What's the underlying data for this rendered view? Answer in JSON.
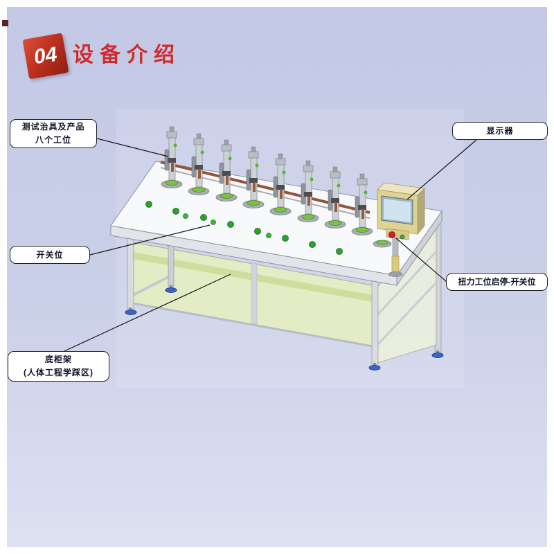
{
  "header": {
    "section_number": "04",
    "title": "设备介绍",
    "badge_color": "#c0311f",
    "title_color": "#cf2b2b"
  },
  "callouts": {
    "fixtures": {
      "text": "测试治具及产品\n八个工位"
    },
    "display": {
      "text": "显示器"
    },
    "switch_position": {
      "text": "开关位"
    },
    "torque_switch": {
      "text": "扭力工位启停-开关位"
    },
    "base_frame": {
      "text": "底柜架\n(人体工程学踩区)"
    }
  },
  "machine": {
    "stations": 8,
    "colors": {
      "pad_green": "#7cc143",
      "switch_green": "#2da02d",
      "foot_blue": "#3b64c6",
      "cabinet_panel": "#e4ecc6",
      "monitor_tan": "#ded38f",
      "screen_blue": "#cfe3f0",
      "rail_brown": "#93543c",
      "button_red": "#d42020",
      "tabletop_white": "#f8f9fa"
    }
  }
}
